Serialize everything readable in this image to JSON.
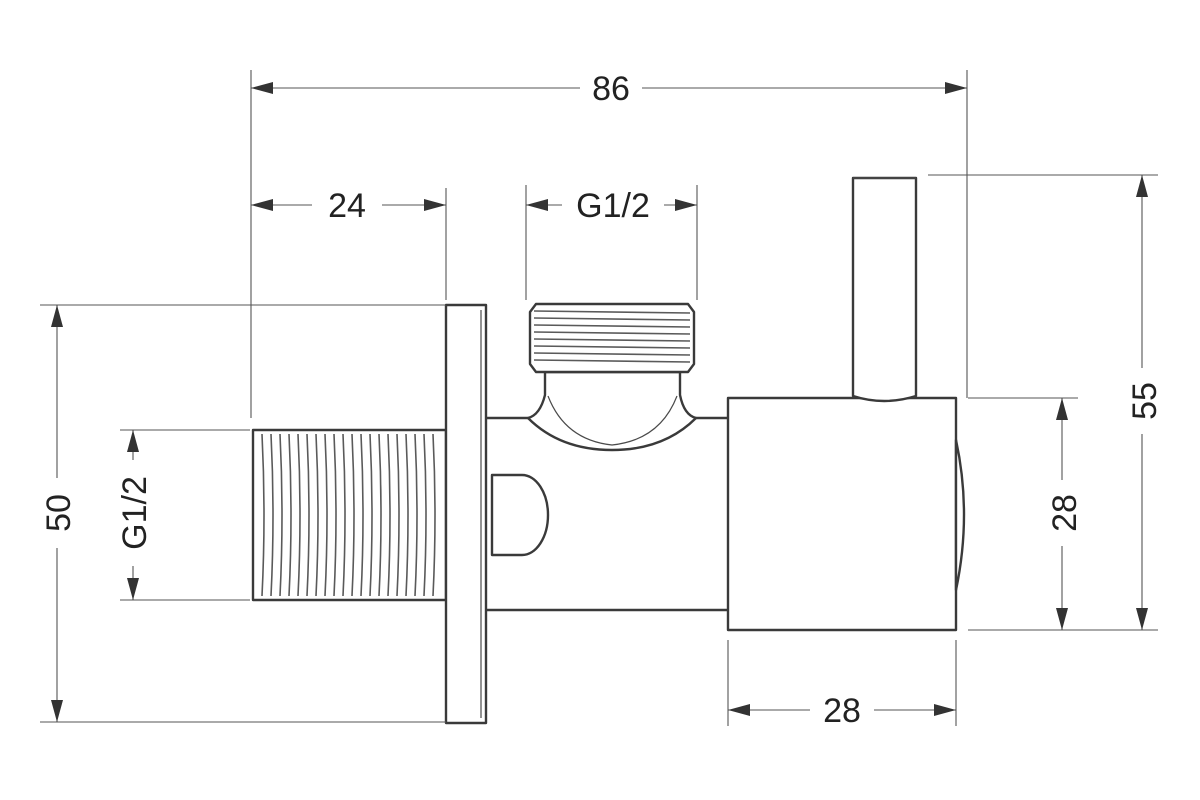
{
  "dimensions": {
    "overall_length": "86",
    "inlet_thread_length": "24",
    "outlet_thread": "G1/2",
    "inlet_thread": "G1/2",
    "flange_height": "50",
    "total_height": "55",
    "body_diameter_vertical": "28",
    "body_diameter_horizontal": "28"
  },
  "colors": {
    "line": "#3a3a3a",
    "background": "#ffffff"
  }
}
